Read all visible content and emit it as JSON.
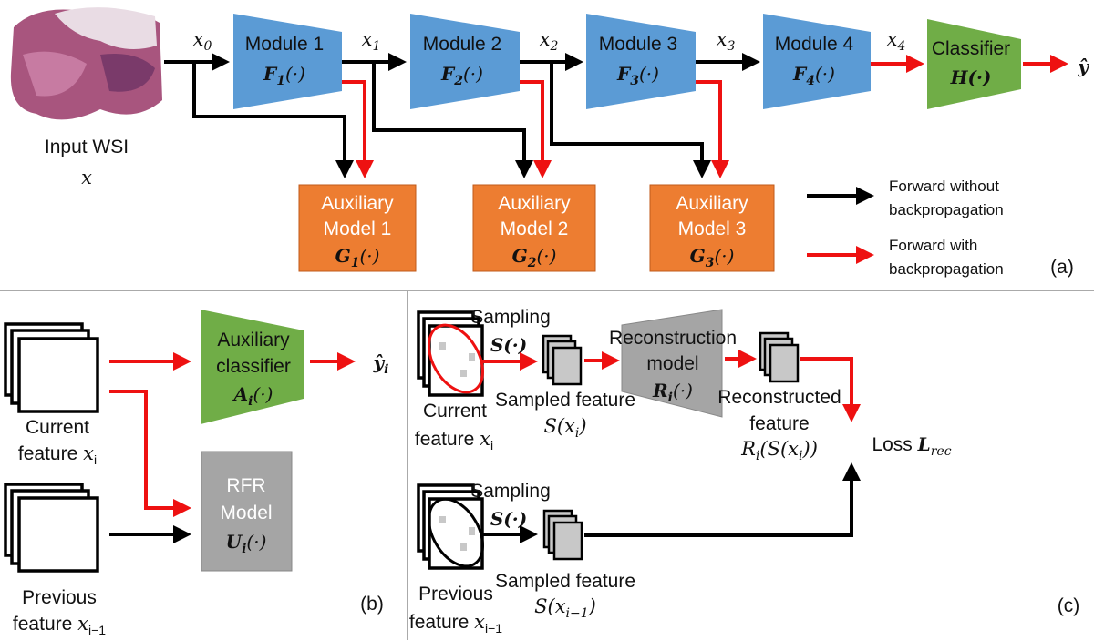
{
  "colors": {
    "module": "#5b9bd5",
    "auxiliary": "#ed7d31",
    "classifier": "#70ad47",
    "rfr": "#a5a5a5",
    "reconstruction": "#a5a5a5",
    "forward_no_bp": "#000000",
    "forward_bp": "#ee1111"
  },
  "panel_a": {
    "input_label": "Input WSI",
    "input_var": "x",
    "features": [
      {
        "v": "x",
        "s": "0"
      },
      {
        "v": "x",
        "s": "1"
      },
      {
        "v": "x",
        "s": "2"
      },
      {
        "v": "x",
        "s": "3"
      },
      {
        "v": "x",
        "s": "4"
      }
    ],
    "modules": [
      {
        "label": "Module 1",
        "fn": "F",
        "sub": "1",
        "arg": "(·)"
      },
      {
        "label": "Module 2",
        "fn": "F",
        "sub": "2",
        "arg": "(·)"
      },
      {
        "label": "Module 3",
        "fn": "F",
        "sub": "3",
        "arg": "(·)"
      },
      {
        "label": "Module 4",
        "fn": "F",
        "sub": "4",
        "arg": "(·)"
      }
    ],
    "classifier": {
      "label": "Classifier",
      "fn": "H(·)"
    },
    "output": "ŷ",
    "auxiliary": [
      {
        "l1": "Auxiliary",
        "l2": "Model 1",
        "fn": "G",
        "sub": "1",
        "arg": "(·)"
      },
      {
        "l1": "Auxiliary",
        "l2": "Model 2",
        "fn": "G",
        "sub": "2",
        "arg": "(·)"
      },
      {
        "l1": "Auxiliary",
        "l2": "Model 3",
        "fn": "G",
        "sub": "3",
        "arg": "(·)"
      }
    ],
    "legend": {
      "black_l1": "Forward without",
      "black_l2": "backpropagation",
      "red_l1": "Forward with",
      "red_l2": "backpropagation"
    },
    "tag": "(a)"
  },
  "panel_b": {
    "current_l1": "Current",
    "current_l2": "feature ",
    "current_var": "x",
    "current_sub": "i",
    "previous_l1": "Previous",
    "previous_l2": "feature ",
    "previous_var": "x",
    "previous_sub": "i−1",
    "aux_l1": "Auxiliary",
    "aux_l2": "classifier",
    "aux_fn": "A",
    "aux_sub": "i",
    "aux_arg": "(·)",
    "out": "ŷ",
    "out_sub": "i",
    "rfr_l1": "RFR",
    "rfr_l2": "Model",
    "rfr_fn": "U",
    "rfr_sub": "i",
    "rfr_arg": "(·)",
    "tag": "(b)"
  },
  "panel_c": {
    "sampling": "Sampling",
    "s_fn": "S(·)",
    "current_l1": "Current",
    "current_l2": "feature ",
    "current_var": "x",
    "current_sub": "i",
    "previous_l1": "Previous",
    "previous_l2": "feature ",
    "previous_var": "x",
    "previous_sub": "i−1",
    "sampled": "Sampled feature",
    "sx": "S(x",
    "sx_sub": "i",
    "sx_close": ")",
    "sx_sub2": "i−1",
    "recon_l1": "Reconstruction",
    "recon_l2": "model",
    "recon_fn": "R",
    "recon_sub": "i",
    "recon_arg": "(·)",
    "reconed_l1": "Reconstructed",
    "reconed_l2": "feature",
    "reconed_expr": "R",
    "reconed_sub": "i",
    "reconed_rest": "(S(x",
    "reconed_sub2": "i",
    "reconed_close": "))",
    "loss": "Loss ",
    "loss_fn": "L",
    "loss_sub": "rec",
    "tag": "(c)"
  }
}
